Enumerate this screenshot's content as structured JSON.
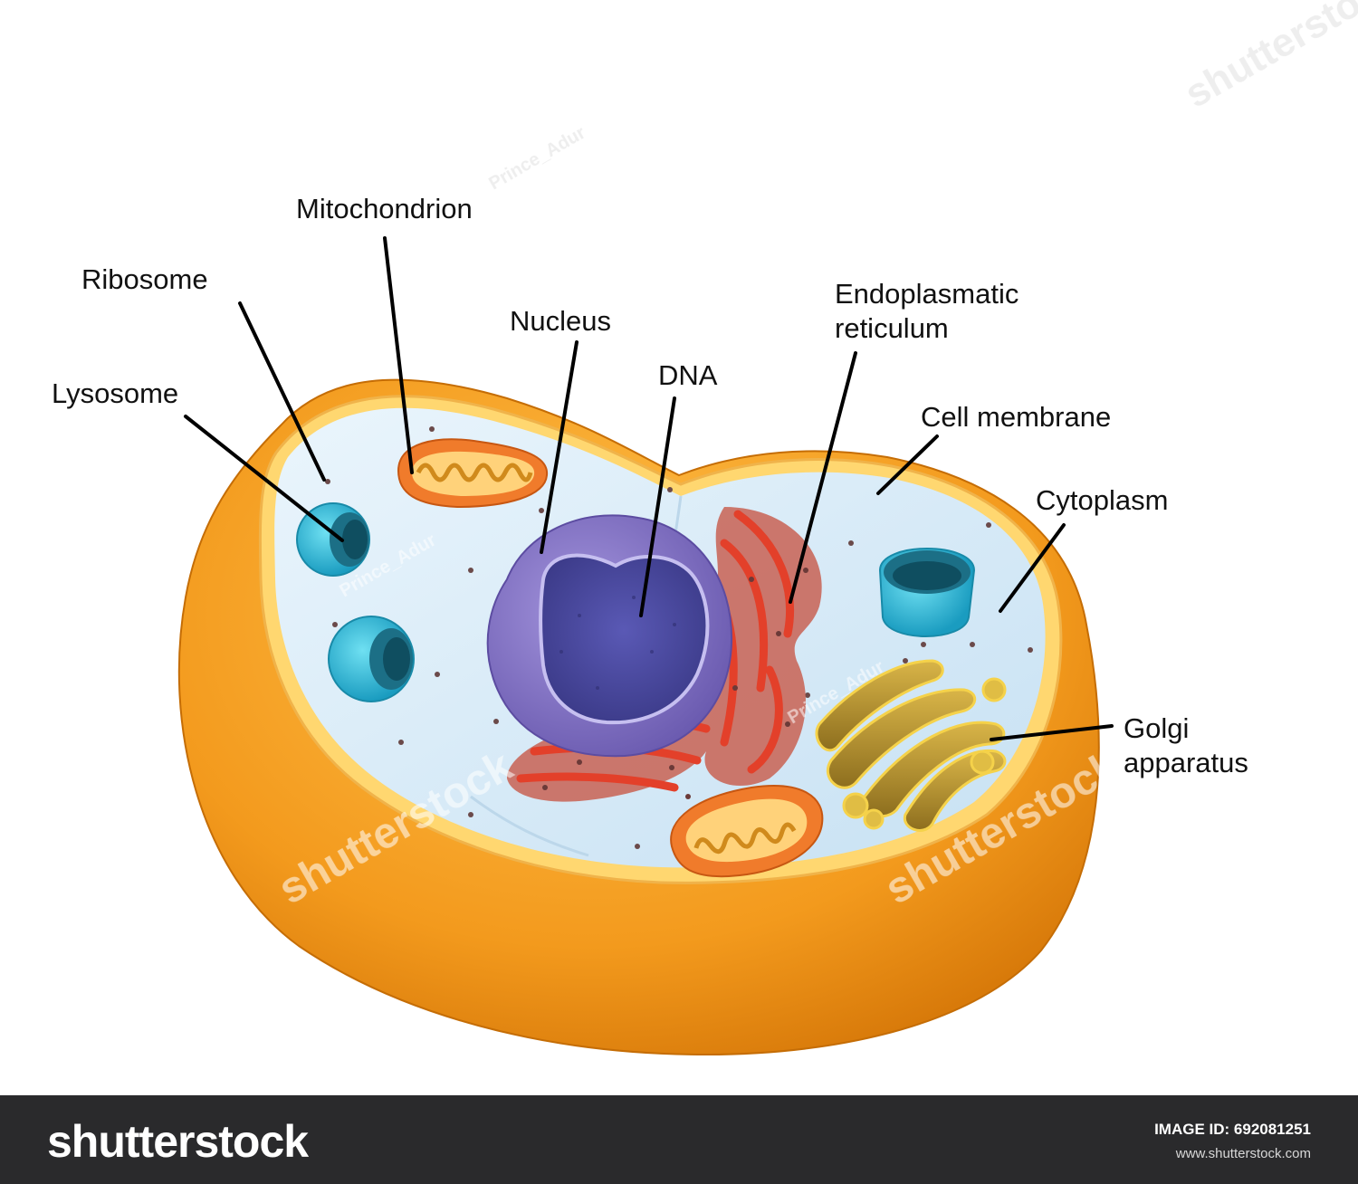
{
  "labels": {
    "mitochondrion": "Mitochondrion",
    "ribosome": "Ribosome",
    "lysosome": "Lysosome",
    "nucleus": "Nucleus",
    "dna": "DNA",
    "er_line1": "Endoplasmatic",
    "er_line2": "reticulum",
    "cell_membrane": "Cell membrane",
    "cytoplasm": "Cytoplasm",
    "golgi_line1": "Golgi",
    "golgi_line2": "apparatus"
  },
  "watermark": {
    "brand": "shutterstock",
    "author": "Prince_Adur"
  },
  "footer": {
    "logo": "shutterstock",
    "image_id_label": "IMAGE ID:",
    "image_id": "692081251",
    "site": "www.shutterstock.com"
  },
  "colors": {
    "membrane_outer": "#f29a1c",
    "membrane_rim": "#ffd36a",
    "cytoplasm": "#d6ebf8",
    "lysosome": "#2ab4d4",
    "nucleus": "#8a78c8",
    "nucleolus_dna": "#4b4a9e",
    "er": "#c9695c",
    "mitochondrion": "#ef7a2a",
    "golgi": "#c9a227",
    "footer_bg": "#2a2a2c"
  }
}
